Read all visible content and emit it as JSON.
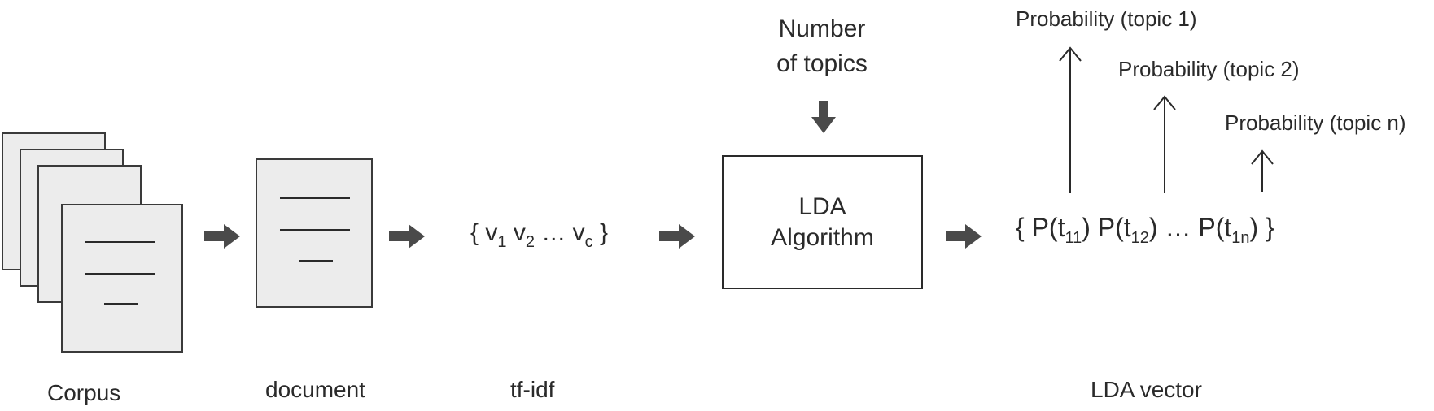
{
  "labels": {
    "corpus": "Corpus",
    "document": "document",
    "tfidf": "tf-idf",
    "lda_vector": "LDA vector"
  },
  "number_of_topics": {
    "line1": "Number",
    "line2": "of topics"
  },
  "lda_box": {
    "line1": "LDA",
    "line2": "Algorithm"
  },
  "tfidf_vector": {
    "open": "{ v",
    "sub1": "1",
    "mid1": " v",
    "sub2": "2",
    "mid2": "  … v",
    "subc": "c",
    "close": "}"
  },
  "lda_vector_formula": {
    "p1_open": "{ P(t",
    "p1_sub": "11",
    "p2_open": ") P(t",
    "p2_sub": "12",
    "p3_open": ") … P(t",
    "p3_sub": "1n",
    "close": ") }"
  },
  "probabilities": [
    "Probability  (topic 1)",
    "Probability  (topic 2)",
    "Probability  (topic n)"
  ],
  "colors": {
    "stroke": "#2a2a2a",
    "sheet_fill": "#ececec",
    "arrow_fill": "#4a4a4a"
  }
}
